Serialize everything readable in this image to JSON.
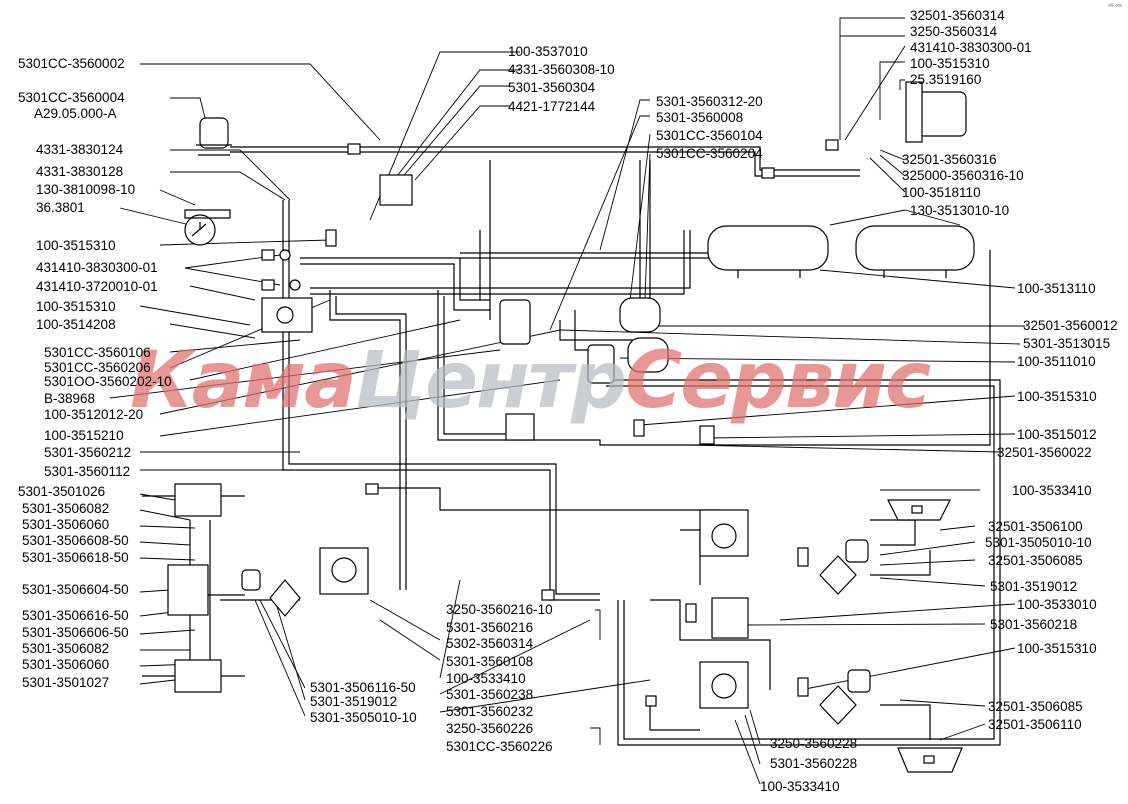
{
  "corner_mark": "ᵉᴳ ᵒᵒᵒ",
  "watermark": {
    "part1": "Кама",
    "part2": "Центр",
    "part3": "Сервис"
  },
  "labels": {
    "l01": "5301CC-3560002",
    "l02": "5301CC-3560004",
    "l03": "A29.05.000-A",
    "l04": "4331-3830124",
    "l05": "4331-3830128",
    "l06": "130-3810098-10",
    "l07": "36.3801",
    "l08": "100-3515310",
    "l09": "431410-3830300-01",
    "l10": "431410-3720010-01",
    "l11": "100-3515310",
    "l12": "100-3514208",
    "l13": "5301CC-3560106",
    "l14": "5301CC-3560206",
    "l15": "5301OO-3560202-10",
    "l16": "B-38968",
    "l17": "100-3512012-20",
    "l18": "100-3515210",
    "l19": "5301-3560212",
    "l20": "5301-3560112",
    "l21": "5301-3501026",
    "l22": "5301-3506082",
    "l23": "5301-3506060",
    "l24": "5301-3506608-50",
    "l25": "5301-3506618-50",
    "l26": "5301-3506604-50",
    "l27": "5301-3506616-50",
    "l28": "5301-3506606-50",
    "l29": "5301-3506082",
    "l30": "5301-3506060",
    "l31": "5301-3501027",
    "l32": "100-3537010",
    "l33": "4331-3560308-10",
    "l34": "5301-3560304",
    "l35": "4421-1772144",
    "l36": "5301-3560312-20",
    "l37": "5301-3560008",
    "l38": "5301CC-3560104",
    "l39": "5301CC-3560204",
    "l40": "32501-3560314",
    "l41": "3250-3560314",
    "l42": "431410-3830300-01",
    "l43": "100-3515310",
    "l44": "25.3519160",
    "l45": "32501-3560316",
    "l46": "325000-3560316-10",
    "l47": "100-3518110",
    "l48": "130-3513010-10",
    "l49": "100-3513110",
    "l50": "32501-3560012",
    "l51": "5301-3513015",
    "l52": "100-3511010",
    "l53": "100-3515310",
    "l54": "100-3515012",
    "l55": "32501-3560022",
    "l56": "100-3533410",
    "l57": "32501-3506100",
    "l58": "5301-3505010-10",
    "l59": "32501-3506085",
    "l60": "5301-3519012",
    "l61": "100-3533010",
    "l62": "5301-3560218",
    "l63": "100-3515310",
    "l64": "32501-3506085",
    "l65": "32501-3506110",
    "l66": "3250-3560216-10",
    "l67": "5301-3560216",
    "l68": "5302-3560314",
    "l69": "5301-3560108",
    "l70": "100-3533410",
    "l71": "5301-3560238",
    "l72": "5301-3560232",
    "l73": "3250-3560226",
    "l74": "5301CC-3560226",
    "l75": "5301-3506116-50",
    "l76": "5301-3519012",
    "l77": "5301-3505010-10",
    "l78": "3250-3560228",
    "l79": "5301-3560228",
    "l80": "100-3533410"
  }
}
